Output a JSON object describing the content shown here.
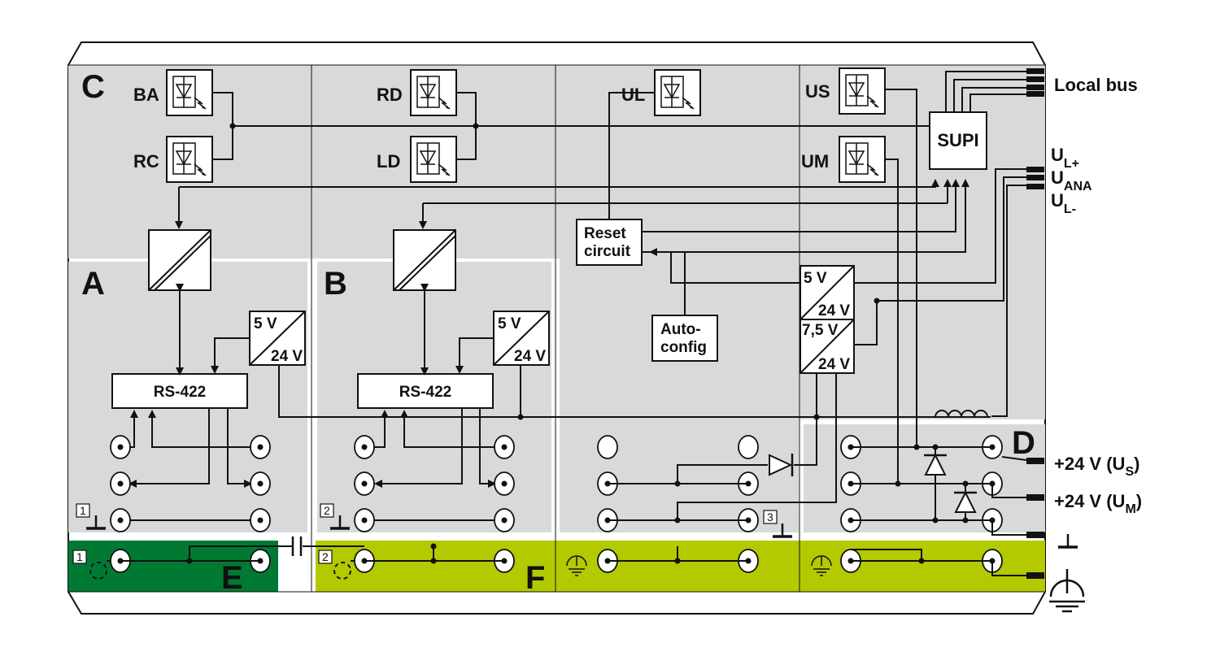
{
  "colors": {
    "zone_gray": "#d9d9db",
    "zone_green": "#007a33",
    "zone_lime": "#b3c900",
    "line": "#111111"
  },
  "sections": {
    "a": "A",
    "b": "B",
    "c": "C",
    "d": "D",
    "e": "E",
    "f": "F"
  },
  "leds": {
    "ba": "BA",
    "rc": "RC",
    "rd": "RD",
    "ld": "LD",
    "ul": "UL",
    "us": "US",
    "um": "UM"
  },
  "boxes": {
    "rs422_1": "RS-422",
    "rs422_2": "RS-422",
    "reset_1": "Reset",
    "reset_2": "circuit",
    "auto_1": "Auto-",
    "auto_2": "config",
    "supi": "SUPI",
    "conv_in_1": "5 V",
    "conv_out_1": "24 V",
    "conv_in_2": "5 V",
    "conv_out_2": "24 V",
    "conv_in_3": "5 V",
    "conv_out_3": "24 V",
    "conv_in_4": "7,5 V",
    "conv_out_4": "24 V"
  },
  "terminals": {
    "local_bus": "Local bus",
    "ul_plus": "U",
    "ul_plus_sub": "L+",
    "uana": "U",
    "uana_sub": "ANA",
    "ul_minus": "U",
    "ul_minus_sub": "L-",
    "us": "+24 V (U",
    "us_sub": "S",
    "us_end": ")",
    "um": "+24 V (U",
    "um_sub": "M",
    "um_end": ")"
  },
  "markers": {
    "m1": "1",
    "m2": "2",
    "m3": "3",
    "m4": "1",
    "m5": "2"
  },
  "icons": [
    "led-icon",
    "ground-icon",
    "earth-ground-icon",
    "capacitor-icon",
    "diode-icon",
    "inductor-icon",
    "terminal-icon",
    "shield-icon"
  ]
}
